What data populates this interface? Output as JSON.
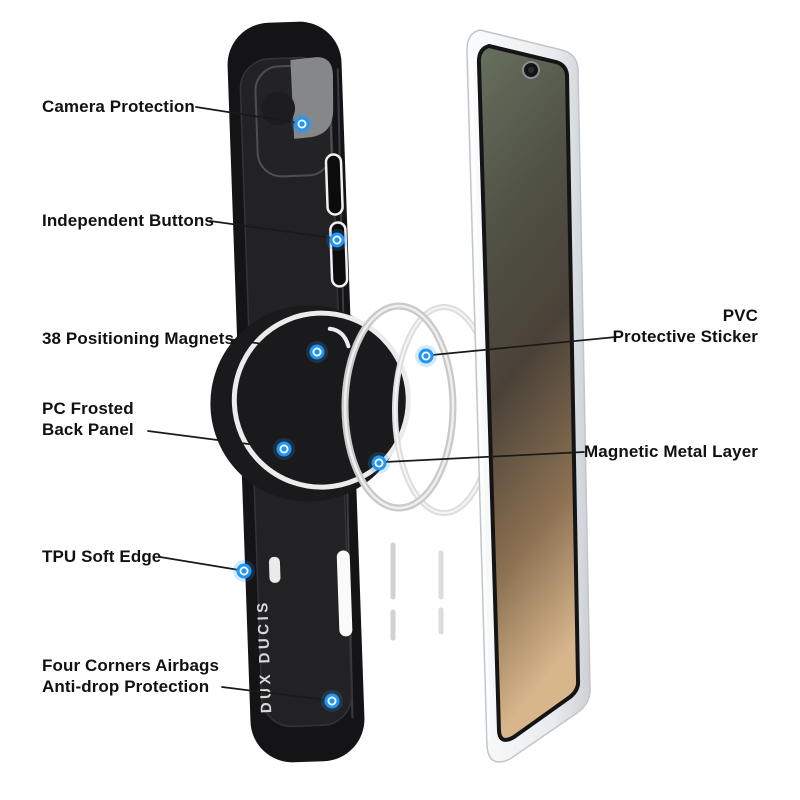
{
  "page": {
    "background": "#ffffff"
  },
  "brand": {
    "text": "DUX DUCIS"
  },
  "callouts": [
    {
      "id": "camera-protection",
      "label": "Camera Protection"
    },
    {
      "id": "independent-buttons",
      "label": "Independent Buttons"
    },
    {
      "id": "positioning-magnets",
      "label": "38 Positioning Magnets"
    },
    {
      "id": "pc-frosted-back-panel",
      "label": "PC Frosted\nBack Panel"
    },
    {
      "id": "tpu-soft-edge",
      "label": "TPU Soft Edge"
    },
    {
      "id": "four-corners-airbags",
      "label": "Four Corners Airbags\nAnti-drop Protection"
    },
    {
      "id": "pvc-protective-sticker",
      "label": "PVC\nProtective Sticker"
    },
    {
      "id": "magnetic-metal-layer",
      "label": "Magnetic Metal Layer"
    }
  ],
  "colors": {
    "callout_dot_blue": "#2196f3",
    "leader_line": "#1a1a1a",
    "case_black": "#151517",
    "phone_frame_silver": "#eef0f3",
    "ring_gray": "#d9d9d9",
    "screen_gradient_top": "#66705e",
    "screen_gradient_bottom": "#d7b68c"
  }
}
